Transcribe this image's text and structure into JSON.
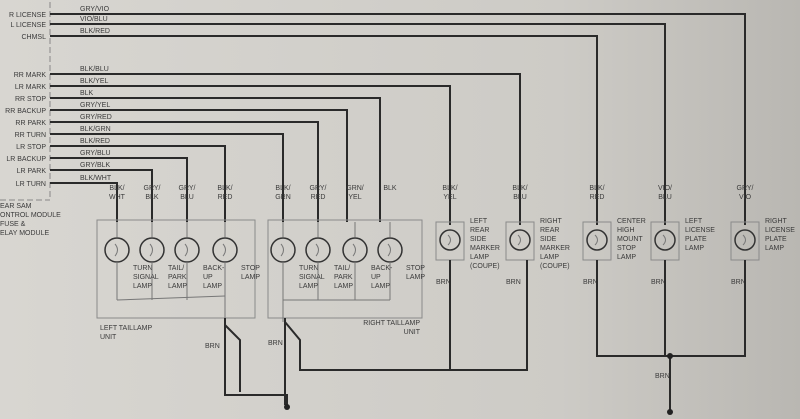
{
  "module_pins": [
    "R LICENSE",
    "L LICENSE",
    "CHMSL",
    "RR MARK",
    "LR MARK",
    "RR STOP",
    "RR BACKUP",
    "RR PARK",
    "RR TURN",
    "LR STOP",
    "LR BACKUP",
    "LR PARK",
    "LR TURN"
  ],
  "wire_colors": [
    "GRY/VIO",
    "VIO/BLU",
    "BLK/RED",
    "BLK/BLU",
    "BLK/YEL",
    "BLK",
    "GRY/YEL",
    "GRY/RED",
    "BLK/GRN",
    "BLK/RED",
    "GRY/BLU",
    "GRY/BLK",
    "BLK/WHT"
  ],
  "module_name": [
    "EAR SAM",
    "ONTROL MODULE",
    "FUSE &",
    "ELAY MODULE"
  ],
  "left_unit": {
    "name": [
      "LEFT TAILLAMP",
      "UNIT"
    ],
    "wires": [
      [
        "BLK/",
        "WHT"
      ],
      [
        "GRY/",
        "BLK"
      ],
      [
        "GRY/",
        "BLU"
      ],
      [
        "BLK/",
        "RED"
      ]
    ],
    "lamps": [
      [
        "TURN",
        "SIGNAL",
        "LAMP"
      ],
      [
        "TAIL/",
        "PARK",
        "LAMP"
      ],
      [
        "BACK-",
        "UP",
        "LAMP"
      ],
      [
        "STOP",
        "LAMP"
      ]
    ]
  },
  "right_unit": {
    "name": [
      "RIGHT TAILLAMP",
      "UNIT"
    ],
    "wires": [
      [
        "BLK/",
        "GRN"
      ],
      [
        "GRY/",
        "RED"
      ],
      [
        "GRN/",
        "YEL"
      ],
      [
        "BLK"
      ]
    ],
    "lamps": [
      [
        "TURN",
        "SIGNAL",
        "LAMP"
      ],
      [
        "TAIL/",
        "PARK",
        "LAMP"
      ],
      [
        "BACK-",
        "UP",
        "LAMP"
      ],
      [
        "STOP",
        "LAMP"
      ]
    ]
  },
  "single_lamps": [
    {
      "wire": [
        "BLK/",
        "YEL"
      ],
      "name": [
        "LEFT",
        "REAR",
        "SIDE",
        "MARKER",
        "LAMP",
        "(COUPE)"
      ]
    },
    {
      "wire": [
        "BLK/",
        "BLU"
      ],
      "name": [
        "RIGHT",
        "REAR",
        "SIDE",
        "MARKER",
        "LAMP",
        "(COUPE)"
      ]
    },
    {
      "wire": [
        "BLK/",
        "RED"
      ],
      "name": [
        "CENTER",
        "HIGH",
        "MOUNT",
        "STOP",
        "LAMP"
      ]
    },
    {
      "wire": [
        "VIO/",
        "BLU"
      ],
      "name": [
        "LEFT",
        "LICENSE",
        "PLATE",
        "LAMP"
      ]
    },
    {
      "wire": [
        "GRY/",
        "VIO"
      ],
      "name": [
        "RIGHT",
        "LICENSE",
        "PLATE",
        "LAMP"
      ]
    }
  ],
  "ground_wire": "BRN"
}
